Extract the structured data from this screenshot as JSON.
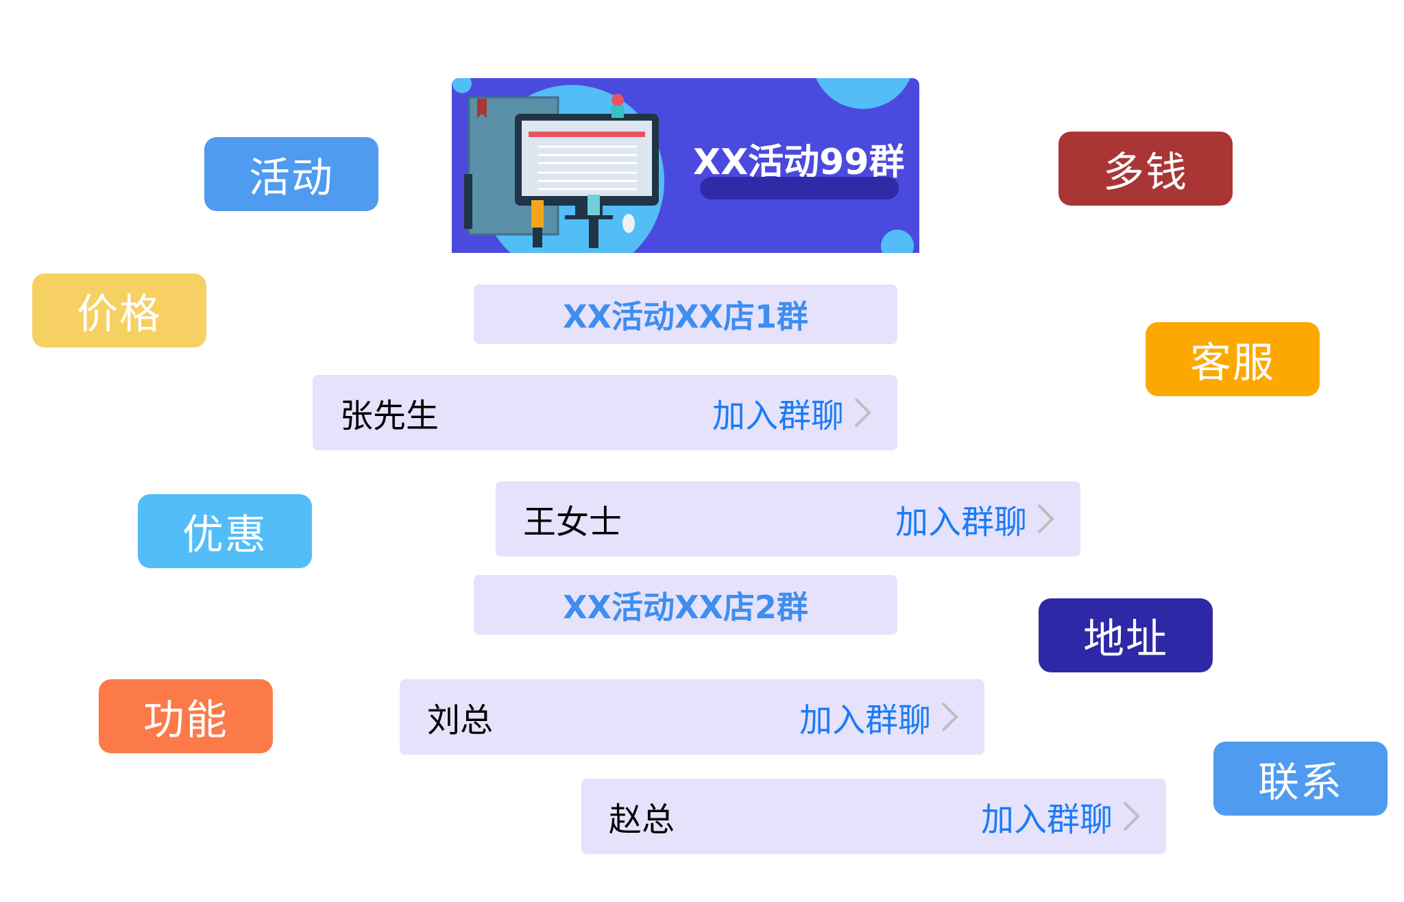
{
  "banner": {
    "title": "XX活动99群"
  },
  "tags": [
    {
      "label": "活动",
      "color": "#4f9bef"
    },
    {
      "label": "多钱",
      "color": "#a93535"
    },
    {
      "label": "价格",
      "color": "#f6d062"
    },
    {
      "label": "客服",
      "color": "#fca800"
    },
    {
      "label": "优惠",
      "color": "#52bdf7"
    },
    {
      "label": "地址",
      "color": "#2e28a6"
    },
    {
      "label": "功能",
      "color": "#fc7a4a"
    },
    {
      "label": "联系",
      "color": "#4f9bef"
    }
  ],
  "groups": [
    {
      "title": "XX活动XX店1群"
    },
    {
      "title": "XX活动XX店2群"
    }
  ],
  "contacts": [
    {
      "name": "张先生",
      "action": "加入群聊"
    },
    {
      "name": "王女士",
      "action": "加入群聊"
    },
    {
      "name": "刘总",
      "action": "加入群聊"
    },
    {
      "name": "赵总",
      "action": "加入群聊"
    }
  ]
}
